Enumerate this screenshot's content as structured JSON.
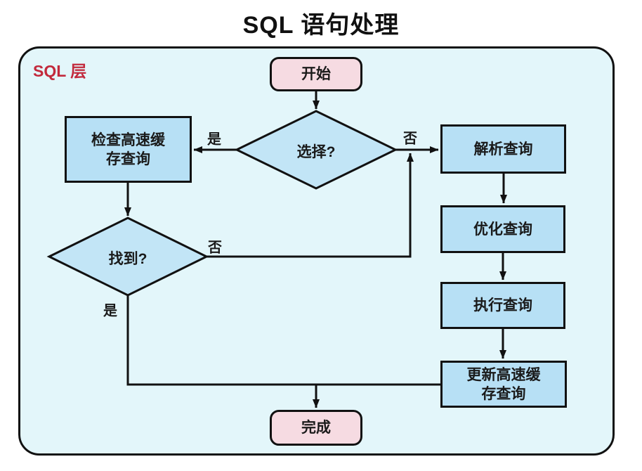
{
  "title": "SQL 语句处理",
  "layer": {
    "label": "SQL 层"
  },
  "nodes": {
    "start": {
      "label": "开始",
      "type": "terminal"
    },
    "select": {
      "label": "选择?",
      "type": "decision"
    },
    "check_cache": {
      "label": "检查高速缓\n存查询",
      "type": "process"
    },
    "parse": {
      "label": "解析查询",
      "type": "process"
    },
    "optimize": {
      "label": "优化查询",
      "type": "process"
    },
    "execute": {
      "label": "执行查询",
      "type": "process"
    },
    "update_cache": {
      "label": "更新高速缓\n存查询",
      "type": "process"
    },
    "found": {
      "label": "找到?",
      "type": "decision"
    },
    "done": {
      "label": "完成",
      "type": "terminal"
    }
  },
  "edge_labels": {
    "select_yes": "是",
    "select_no": "否",
    "found_no": "否",
    "found_yes": "是"
  },
  "colors": {
    "layer_fill": "#e3f6fa",
    "process_fill": "#b7e0f5",
    "decision_fill": "#c2e5f6",
    "terminal_fill": "#f6dbe2",
    "layer_label_color": "#c2293c",
    "outline": "#111111"
  }
}
